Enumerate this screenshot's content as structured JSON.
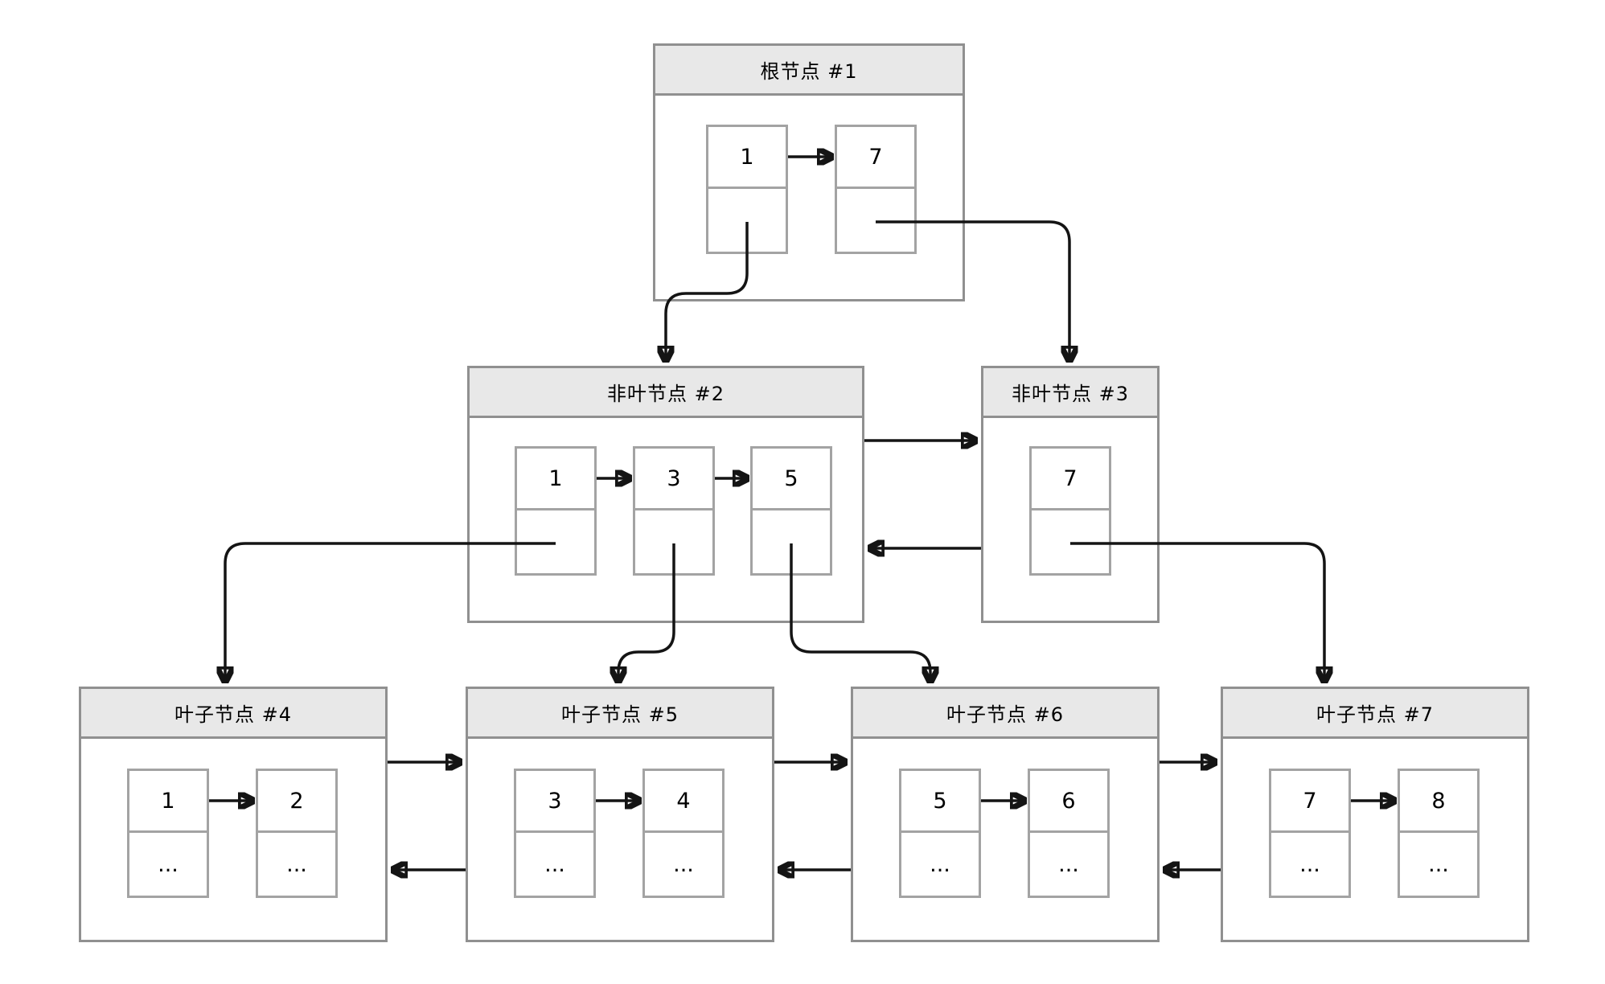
{
  "diagram": {
    "kind": "b-plus-tree",
    "colors": {
      "background": "#ffffff",
      "node_border": "#909090",
      "cell_border": "#a3a3a3",
      "title_bar_fill": "#e8e8e8",
      "arrow": "#141414",
      "text": "#000000"
    }
  },
  "nodes": {
    "root": {
      "title": "根节点 #1",
      "cells": [
        {
          "key": "1",
          "value": ""
        },
        {
          "key": "7",
          "value": ""
        }
      ]
    },
    "internal2": {
      "title": "非叶节点 #2",
      "cells": [
        {
          "key": "1",
          "value": ""
        },
        {
          "key": "3",
          "value": ""
        },
        {
          "key": "5",
          "value": ""
        }
      ]
    },
    "internal3": {
      "title": "非叶节点 #3",
      "cells": [
        {
          "key": "7",
          "value": ""
        }
      ]
    },
    "leaf4": {
      "title": "叶子节点 #4",
      "cells": [
        {
          "key": "1",
          "value": "..."
        },
        {
          "key": "2",
          "value": "..."
        }
      ]
    },
    "leaf5": {
      "title": "叶子节点 #5",
      "cells": [
        {
          "key": "3",
          "value": "..."
        },
        {
          "key": "4",
          "value": "..."
        }
      ]
    },
    "leaf6": {
      "title": "叶子节点 #6",
      "cells": [
        {
          "key": "5",
          "value": "..."
        },
        {
          "key": "6",
          "value": "..."
        }
      ]
    },
    "leaf7": {
      "title": "叶子节点 #7",
      "cells": [
        {
          "key": "7",
          "value": "..."
        },
        {
          "key": "8",
          "value": "..."
        }
      ]
    }
  },
  "edges": [
    {
      "from": "root.pointer-under-key-1",
      "to": "internal2",
      "type": "child"
    },
    {
      "from": "root.pointer-under-key-7",
      "to": "internal3",
      "type": "child"
    },
    {
      "from": "internal2",
      "to": "internal3",
      "type": "sibling-next"
    },
    {
      "from": "internal3",
      "to": "internal2",
      "type": "sibling-prev"
    },
    {
      "from": "internal2.pointer-under-key-1",
      "to": "leaf4",
      "type": "child"
    },
    {
      "from": "internal2.pointer-under-key-3",
      "to": "leaf5",
      "type": "child"
    },
    {
      "from": "internal2.pointer-under-key-5",
      "to": "leaf6",
      "type": "child"
    },
    {
      "from": "internal3.pointer-under-key-7",
      "to": "leaf7",
      "type": "child"
    },
    {
      "from": "leaf4",
      "to": "leaf5",
      "type": "sibling-next"
    },
    {
      "from": "leaf5",
      "to": "leaf4",
      "type": "sibling-prev"
    },
    {
      "from": "leaf5",
      "to": "leaf6",
      "type": "sibling-next"
    },
    {
      "from": "leaf6",
      "to": "leaf5",
      "type": "sibling-prev"
    },
    {
      "from": "leaf6",
      "to": "leaf7",
      "type": "sibling-next"
    },
    {
      "from": "leaf7",
      "to": "leaf6",
      "type": "sibling-prev"
    }
  ]
}
